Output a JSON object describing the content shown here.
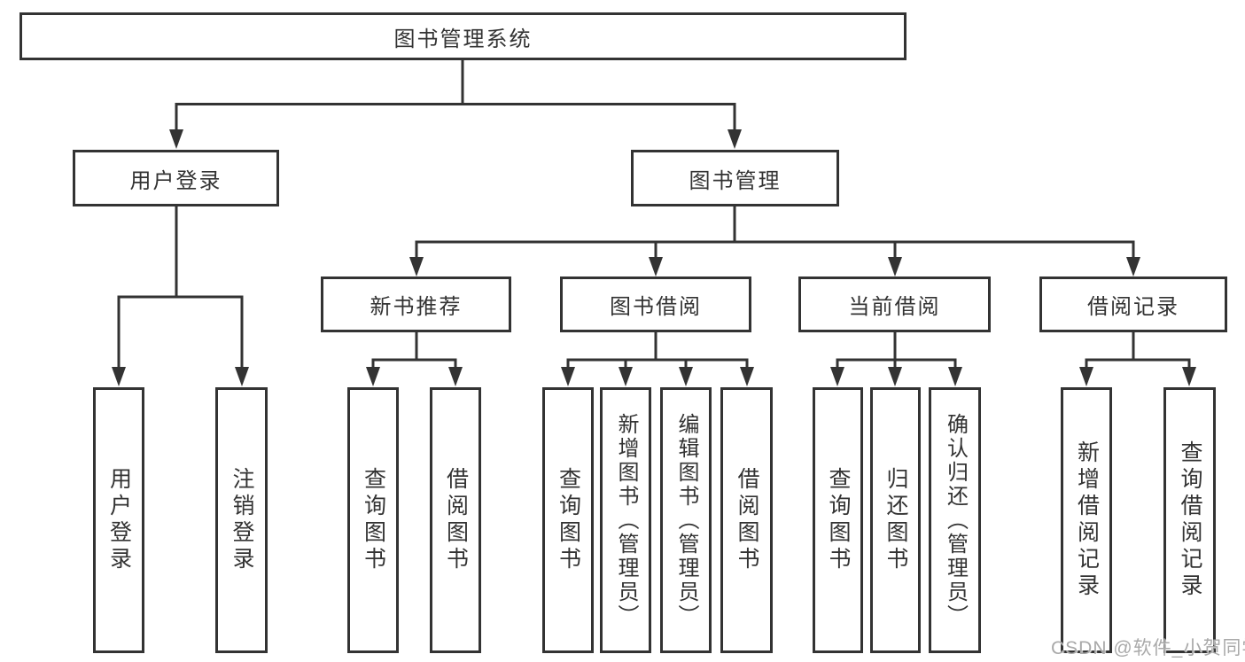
{
  "diagram": {
    "root": {
      "label": "图书管理系统"
    },
    "level2": [
      {
        "label": "用户登录"
      },
      {
        "label": "图书管理"
      }
    ],
    "level3": [
      {
        "label": "新书推荐"
      },
      {
        "label": "图书借阅"
      },
      {
        "label": "当前借阅"
      },
      {
        "label": "借阅记录"
      }
    ],
    "level4": [
      {
        "label": "用户登录"
      },
      {
        "label": "注销登录"
      },
      {
        "label": "查询图书"
      },
      {
        "label": "借阅图书"
      },
      {
        "label": "查询图书"
      },
      {
        "label": "新增图书（管理员）"
      },
      {
        "label": "编辑图书（管理员）"
      },
      {
        "label": "借阅图书"
      },
      {
        "label": "查询图书"
      },
      {
        "label": "归还图书"
      },
      {
        "label": "确认归还（管理员）"
      },
      {
        "label": "新增借阅记录"
      },
      {
        "label": "查询借阅记录"
      }
    ]
  },
  "watermark": {
    "text": "CSDN @软件_小贺同学"
  },
  "colors": {
    "line": "#333333",
    "text": "#333333",
    "background": "#ffffff",
    "watermark": "#a9a9a9"
  }
}
